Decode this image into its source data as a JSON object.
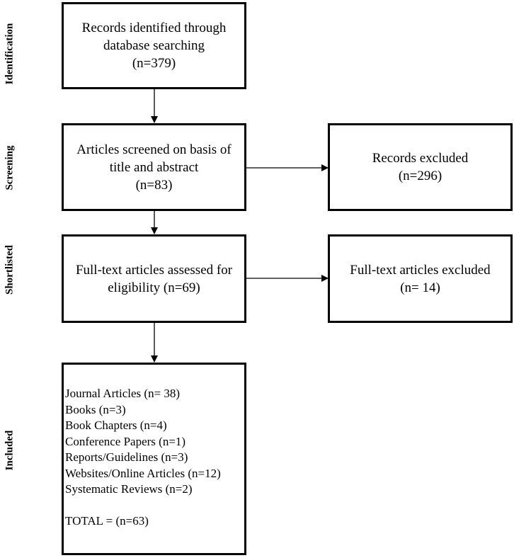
{
  "stages": {
    "identification": "Identification",
    "screening": "Screening",
    "shortlisted": "Shortlisted",
    "included": "Included"
  },
  "boxes": {
    "identified": [
      "Records identified through",
      "database searching",
      "(n=379)"
    ],
    "screened": [
      "Articles  screened on basis of",
      "title  and abstract",
      "(n=83)"
    ],
    "records_excluded": [
      "Records excluded",
      "(n=296)"
    ],
    "assessed": [
      "Full-text articles assessed for",
      "eligibility  (n=69)"
    ],
    "fulltext_excluded": [
      "Full-text  articles excluded",
      "(n= 14)"
    ],
    "included": {
      "items": [
        "Journal Articles (n= 38)",
        "Books (n=3)",
        "Book Chapters (n=4)",
        "Conference Papers (n=1)",
        "Reports/Guidelines (n=3)",
        "Websites/Online Articles (n=12)",
        "Systematic Reviews (n=2)"
      ],
      "total": "TOTAL = (n=63)"
    }
  }
}
